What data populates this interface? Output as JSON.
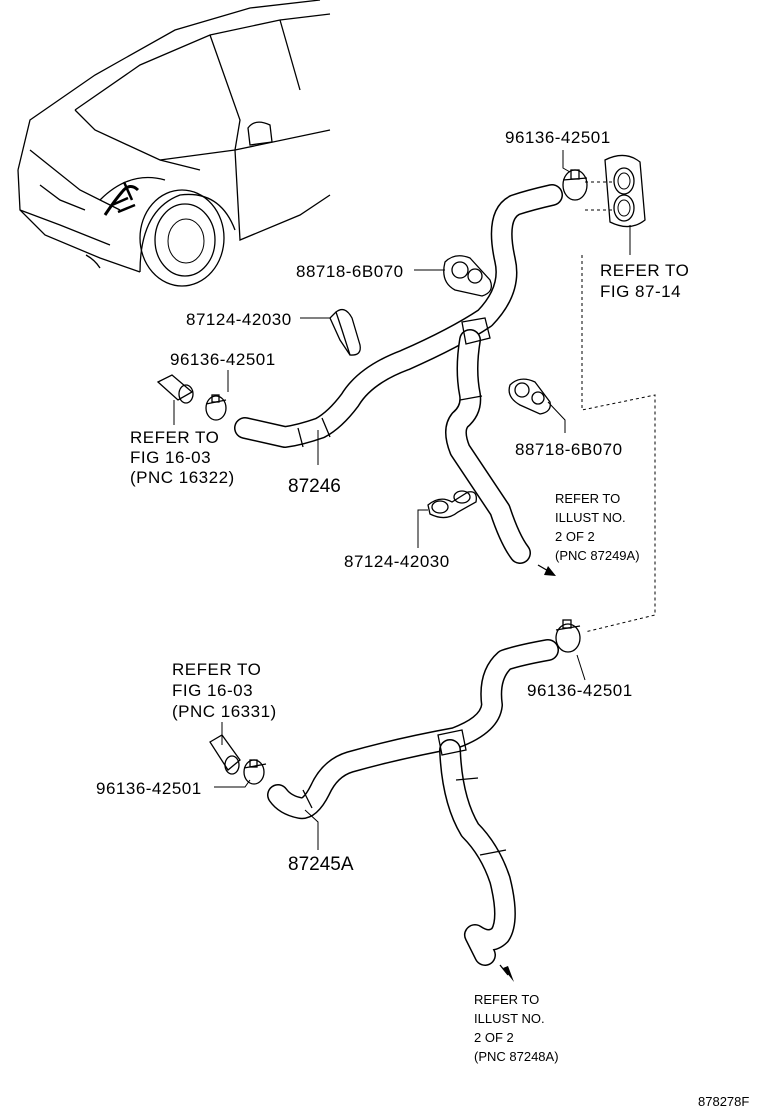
{
  "figure_id": "878278F",
  "labels": {
    "clamp_top": "96136-42501",
    "clamp_left_top": "96136-42501",
    "clamp_mid_right": "96136-42501",
    "clamp_left_bottom": "96136-42501",
    "clip_a_top": "88718-6B070",
    "clip_a_right": "88718-6B070",
    "clip_b_left": "87124-42030",
    "clip_b_bottom": "87124-42030",
    "hose_upper": "87246",
    "hose_lower": "87245A"
  },
  "refs": {
    "fig_87_14": [
      "REFER TO",
      "FIG 87-14"
    ],
    "fig_16_03_a": [
      "REFER TO",
      "FIG 16-03",
      "(PNC 16322)"
    ],
    "fig_16_03_b": [
      "REFER TO",
      "FIG 16-03",
      "(PNC 16331)"
    ],
    "illust_a": [
      "REFER TO",
      "ILLUST NO.",
      "2 OF 2",
      "(PNC 87249A)"
    ],
    "illust_b": [
      "REFER TO",
      "ILLUST NO.",
      "2 OF 2",
      "(PNC 87248A)"
    ]
  }
}
